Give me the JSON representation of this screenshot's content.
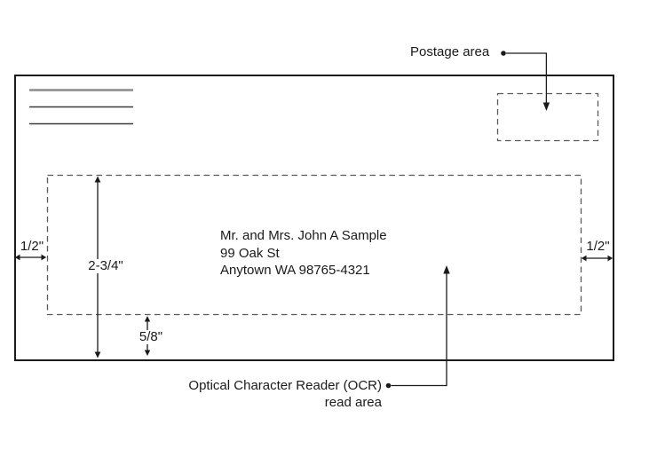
{
  "diagram": {
    "subject": "envelope-addressing-standards"
  },
  "postage": {
    "label": "Postage area"
  },
  "ocr": {
    "label_line1": "Optical Character Reader (OCR)",
    "label_line2": "read area"
  },
  "address": {
    "line1": "Mr. and Mrs. John A Sample",
    "line2": "99 Oak St",
    "line3": "Anytown WA 98765-4321"
  },
  "dimensions": {
    "left_margin": "1/2\"",
    "right_margin": "1/2\"",
    "read_area_height": "2-3/4\"",
    "bottom_margin": "5/8\""
  },
  "envelope": {
    "return_address_placeholder_lines": 3
  },
  "colors": {
    "line": "#1a1a1a",
    "dashed": "#595959",
    "text": "#1a1a1a",
    "background": "#ffffff"
  }
}
